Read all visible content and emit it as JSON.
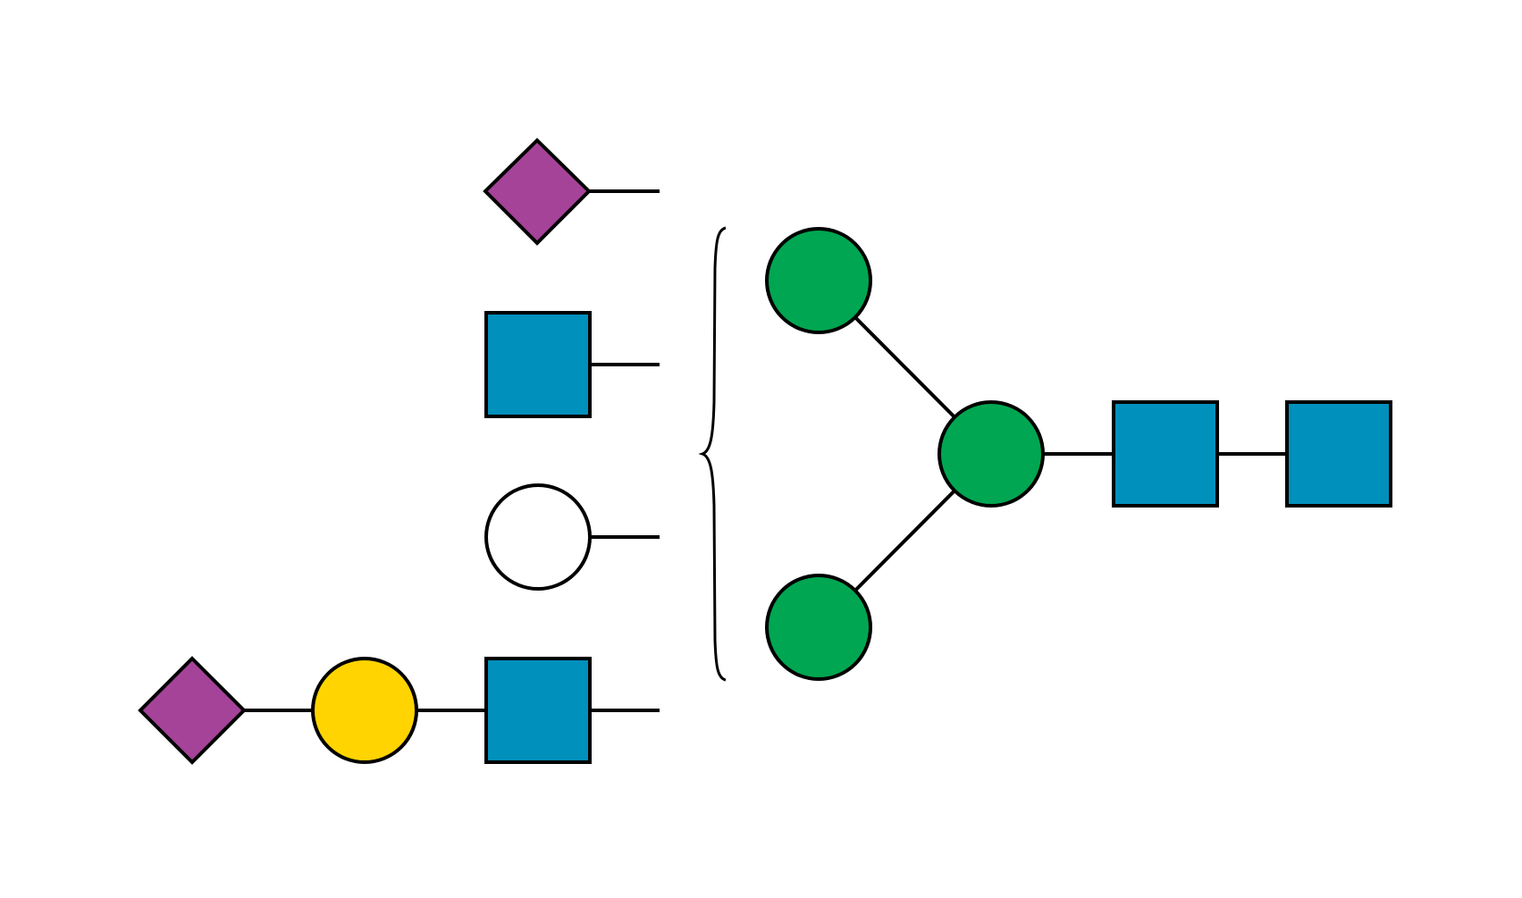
{
  "colors": {
    "background": "#ffffff",
    "outline": "#000000",
    "neuac_purple": "#A54399",
    "glcnac_blue": "#0090BC",
    "man_green": "#00A651",
    "gal_yellow": "#FFD400",
    "hex_white": "#ffffff"
  },
  "glycan": {
    "antenna_fragments": [
      {
        "name": "sialic-acid-fragment",
        "icon": "purple-diamond-icon"
      },
      {
        "name": "glcnac-fragment",
        "icon": "blue-square-icon"
      },
      {
        "name": "hexose-fragment",
        "icon": "white-circle-icon"
      },
      {
        "name": "sialyl-lacnac-fragment",
        "icons": [
          "purple-diamond-icon",
          "yellow-circle-icon",
          "blue-square-icon"
        ]
      }
    ],
    "core": {
      "icons": [
        "green-circle-icon",
        "green-circle-icon",
        "green-circle-icon",
        "blue-square-icon",
        "blue-square-icon"
      ]
    }
  }
}
